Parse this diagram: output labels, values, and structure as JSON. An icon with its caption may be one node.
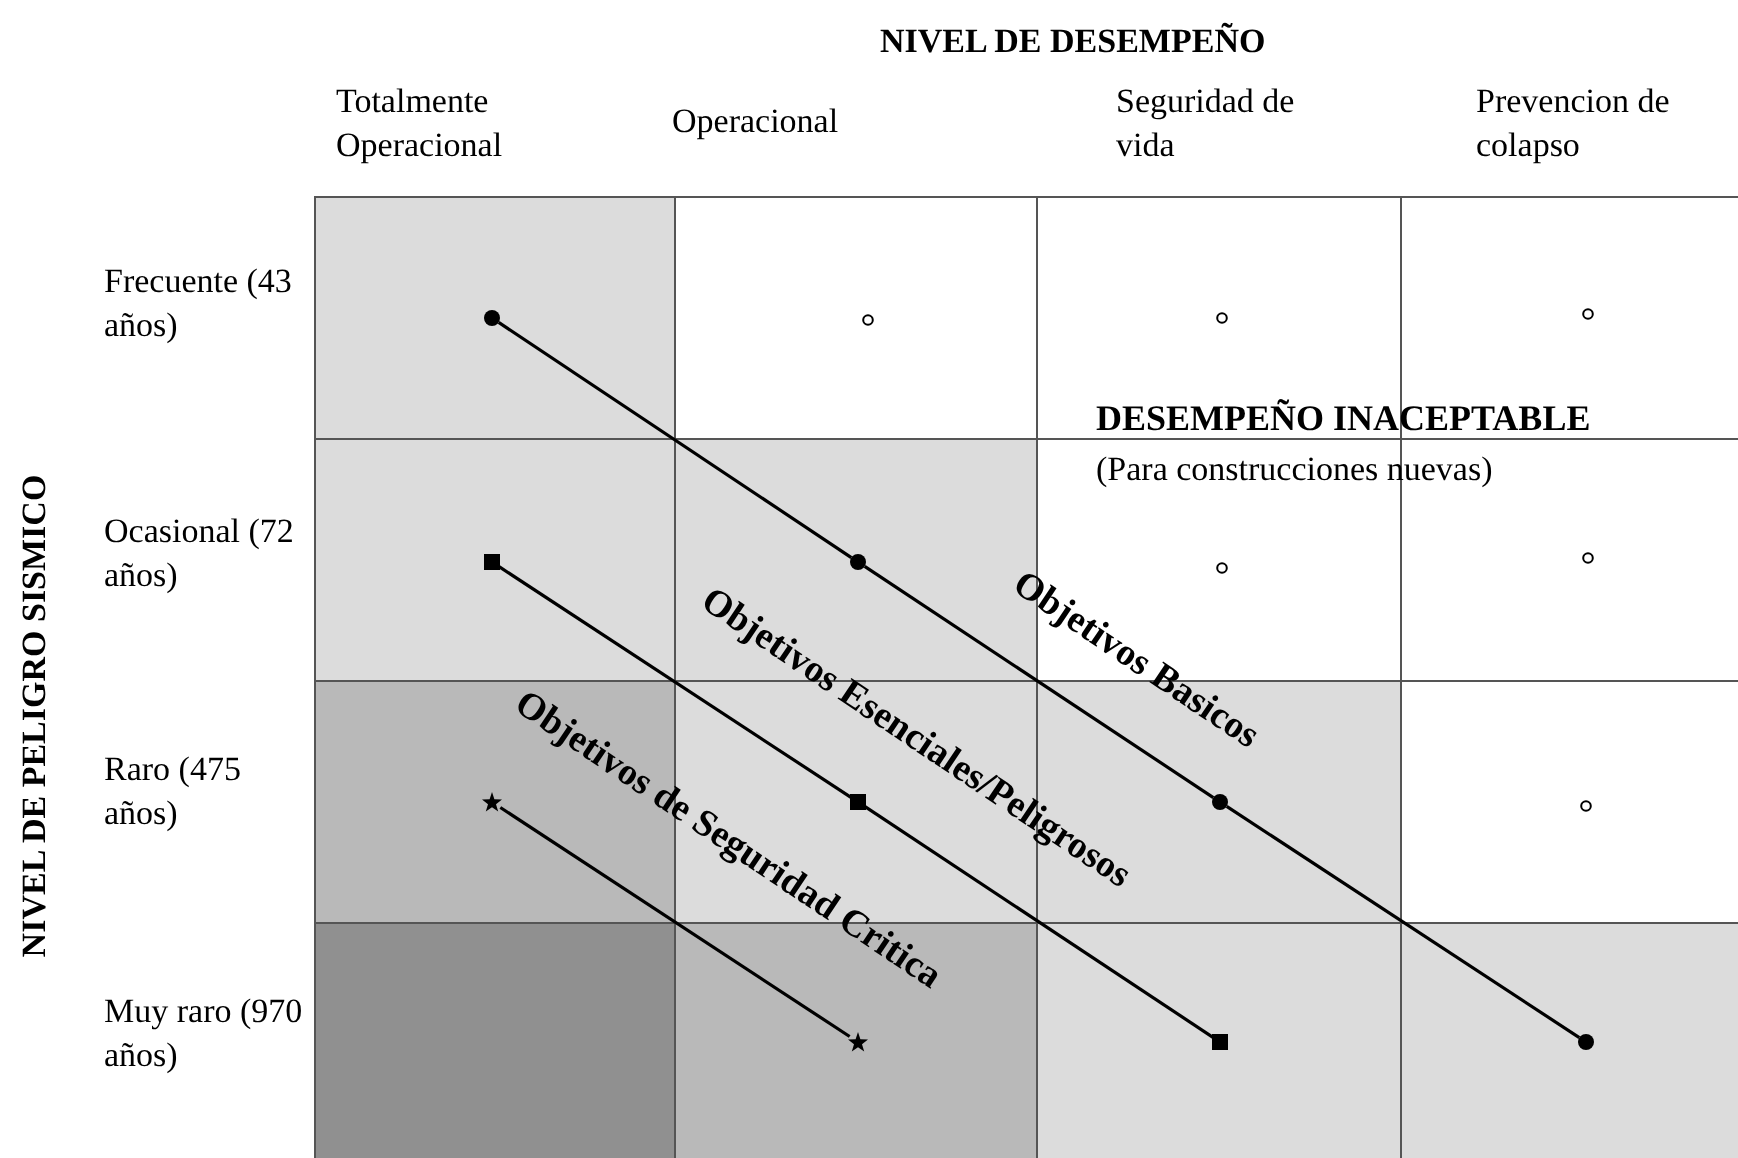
{
  "diagram": {
    "title": "NIVEL DE DESEMPEÑO",
    "nodes": [
      {
        "text": [],
        "shape": "dot"
      },
      {
        "text": [],
        "shape": "circle"
      },
      {
        "text": [],
        "shape": "circle"
      },
      {
        "text": [],
        "shape": "circle"
      },
      {
        "text": [],
        "shape": "square"
      },
      {
        "text": [],
        "shape": "dot"
      },
      {
        "text": [],
        "shape": "circle"
      },
      {
        "text": [],
        "shape": "circle"
      },
      {
        "text": [],
        "shape": "star"
      },
      {
        "text": [],
        "shape": "square"
      },
      {
        "text": [],
        "shape": "dot"
      },
      {
        "text": [],
        "shape": "circle"
      },
      {
        "text": [],
        "shape": "star"
      },
      {
        "text": [],
        "shape": "square"
      },
      {
        "text": [],
        "shape": "dot"
      }
    ],
    "edges": [
      {
        "from": 0,
        "to": 5,
        "arrow": "none"
      },
      {
        "from": 5,
        "to": 10,
        "arrow": "none",
        "label": "Objetivos Basicos"
      },
      {
        "from": 10,
        "to": 14,
        "arrow": "none"
      },
      {
        "from": 4,
        "to": 9,
        "arrow": "none",
        "label": "Objetivos Esenciales/Peligrosos"
      },
      {
        "from": 9,
        "to": 13,
        "arrow": "none"
      },
      {
        "from": 8,
        "to": 12,
        "arrow": "none",
        "label": "Objetivos de Seguridad Critica"
      }
    ],
    "labels": [
      "Totalmente Operacional",
      "Operacional",
      "Seguridad de vida",
      "Prevencion de colapso",
      "NIVEL DE PELIGRO SISMICO",
      "Frecuente (43 años)",
      "DESEMPEÑO INACEPTABLE",
      "(Para construcciones nuevas)",
      "Ocasional (72 años)",
      "Raro (475 años)",
      "Muy raro (970 años)"
    ]
  }
}
